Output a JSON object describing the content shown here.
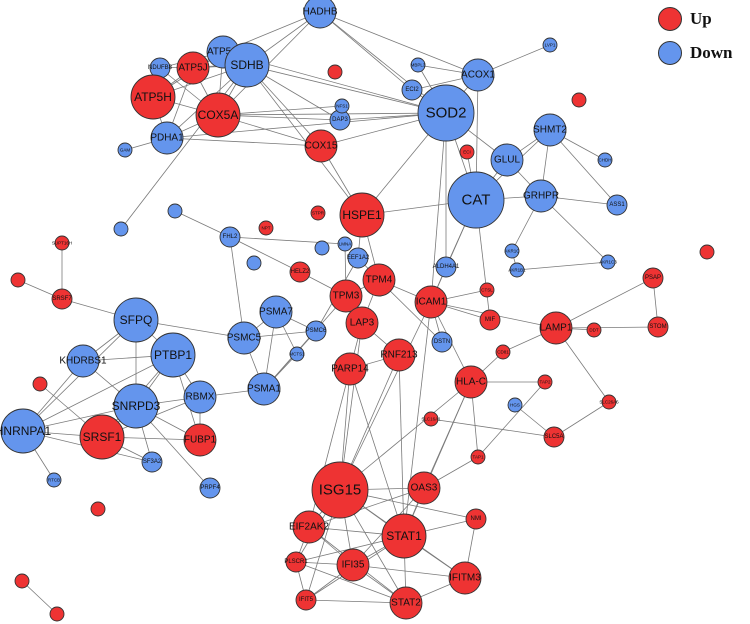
{
  "legend": {
    "up": {
      "label": "Up",
      "color": "#ee3333"
    },
    "down": {
      "label": "Down",
      "color": "#6495ed"
    }
  },
  "nodes": [
    {
      "id": "ATP5O",
      "label": "ATP5O",
      "status": "down",
      "size": "medium"
    },
    {
      "id": "HADHB",
      "label": "HADHB",
      "status": "down",
      "size": "medium"
    },
    {
      "id": "NDUFB8",
      "label": "NDUFB8",
      "status": "down",
      "size": "small"
    },
    {
      "id": "ATP5J",
      "label": "ATP5J",
      "status": "up",
      "size": "medium"
    },
    {
      "id": "SDHB",
      "label": "SDHB",
      "status": "down",
      "size": "large"
    },
    {
      "id": "ATP5H",
      "label": "ATP5H",
      "status": "up",
      "size": "large"
    },
    {
      "id": "COX5A",
      "label": "COX5A",
      "status": "up",
      "size": "large"
    },
    {
      "id": "PDHA1",
      "label": "PDHA1",
      "status": "down",
      "size": "medium"
    },
    {
      "id": "GAM",
      "label": "GAM",
      "status": "down",
      "size": "tiny"
    },
    {
      "id": "COX15",
      "label": "COX15",
      "status": "up",
      "size": "medium"
    },
    {
      "id": "MBPL3",
      "label": "MBPL3",
      "status": "down",
      "size": "tiny"
    },
    {
      "id": "LVP1",
      "label": "LVP1",
      "status": "down",
      "size": "tiny"
    },
    {
      "id": "ECI2",
      "label": "ECI2",
      "status": "down",
      "size": "small"
    },
    {
      "id": "ACOX1",
      "label": "ACOX1",
      "status": "down",
      "size": "medium"
    },
    {
      "id": "SOD2",
      "label": "SOD2",
      "status": "down",
      "size": "xlarge"
    },
    {
      "id": "DAP3",
      "label": "DAP3",
      "status": "down",
      "size": "small"
    },
    {
      "id": "NFS1",
      "label": "NFS1",
      "status": "down",
      "size": "tiny"
    },
    {
      "id": "ECI",
      "label": "ECI",
      "status": "up",
      "size": "tiny"
    },
    {
      "id": "SHMT2",
      "label": "SHMT2",
      "status": "down",
      "size": "medium"
    },
    {
      "id": "GLUL",
      "label": "GLUL",
      "status": "down",
      "size": "medium"
    },
    {
      "id": "CAT",
      "label": "CAT",
      "status": "down",
      "size": "xlarge"
    },
    {
      "id": "GRHPR",
      "label": "GRHPR",
      "status": "down",
      "size": "medium"
    },
    {
      "id": "CHDH",
      "label": "CHDH",
      "status": "down",
      "size": "tiny"
    },
    {
      "id": "ASS1",
      "label": "ASS1",
      "status": "down",
      "size": "small"
    },
    {
      "id": "HSPE1",
      "label": "HSPE1",
      "status": "up",
      "size": "large"
    },
    {
      "id": "STPR",
      "label": "STPR",
      "status": "up",
      "size": "tiny"
    },
    {
      "id": "NPT",
      "label": "NPT",
      "status": "up",
      "size": "tiny"
    },
    {
      "id": "FHL2",
      "label": "FHL2",
      "status": "down",
      "size": "small"
    },
    {
      "id": "LMNA",
      "label": "LMNA",
      "status": "down",
      "size": "tiny"
    },
    {
      "id": "ALDH4A1",
      "label": "ALDH4A1",
      "status": "down",
      "size": "small"
    },
    {
      "id": "AKR1C",
      "label": "AKR1C",
      "status": "down",
      "size": "tiny"
    },
    {
      "id": "AKR1B1",
      "label": "AKR1B1",
      "status": "down",
      "size": "tiny"
    },
    {
      "id": "AKR1C3",
      "label": "AKR1C3",
      "status": "down",
      "size": "tiny"
    },
    {
      "id": "PSAP",
      "label": "PSAP",
      "status": "up",
      "size": "small"
    },
    {
      "id": "SUPT16H",
      "label": "SUPT16H",
      "status": "up",
      "size": "tiny"
    },
    {
      "id": "SRSF7",
      "label": "SRSF7",
      "status": "up",
      "size": "small"
    },
    {
      "id": "SFPQ",
      "label": "SFPQ",
      "status": "down",
      "size": "large"
    },
    {
      "id": "PSMA7",
      "label": "PSMA7",
      "status": "down",
      "size": "medium"
    },
    {
      "id": "PSMC5",
      "label": "PSMC5",
      "status": "down",
      "size": "medium"
    },
    {
      "id": "PSMC6",
      "label": "PSMC6",
      "status": "down",
      "size": "small"
    },
    {
      "id": "HELZ2",
      "label": "HELZ2",
      "status": "up",
      "size": "small"
    },
    {
      "id": "EEF1A2",
      "label": "EEF1A2",
      "status": "down",
      "size": "small"
    },
    {
      "id": "TPM3",
      "label": "TPM3",
      "status": "up",
      "size": "medium"
    },
    {
      "id": "TPM4",
      "label": "TPM4",
      "status": "up",
      "size": "medium"
    },
    {
      "id": "ICAM1",
      "label": "ICAM1",
      "status": "up",
      "size": "medium"
    },
    {
      "id": "CTSL",
      "label": "CTSL",
      "status": "up",
      "size": "tiny"
    },
    {
      "id": "MIF",
      "label": "MIF",
      "status": "up",
      "size": "small"
    },
    {
      "id": "LAMP1",
      "label": "LAMP1",
      "status": "up",
      "size": "medium"
    },
    {
      "id": "STOM",
      "label": "STOM",
      "status": "up",
      "size": "small"
    },
    {
      "id": "DDT",
      "label": "DDT",
      "status": "up",
      "size": "tiny"
    },
    {
      "id": "KHDRBS1",
      "label": "KHDRBS1",
      "status": "down",
      "size": "medium"
    },
    {
      "id": "PTBP1",
      "label": "PTBP1",
      "status": "down",
      "size": "large"
    },
    {
      "id": "LAP3",
      "label": "LAP3",
      "status": "up",
      "size": "medium"
    },
    {
      "id": "MCTS1",
      "label": "MCTS1",
      "status": "down",
      "size": "tiny"
    },
    {
      "id": "PSMA1",
      "label": "PSMA1",
      "status": "down",
      "size": "medium"
    },
    {
      "id": "RNF213",
      "label": "RNF213",
      "status": "up",
      "size": "medium"
    },
    {
      "id": "PARP14",
      "label": "PARP14",
      "status": "up",
      "size": "medium"
    },
    {
      "id": "DSTN",
      "label": "DSTN",
      "status": "down",
      "size": "small"
    },
    {
      "id": "CD81",
      "label": "CD81",
      "status": "up",
      "size": "tiny"
    },
    {
      "id": "HLA-C",
      "label": "HLA-C",
      "status": "up",
      "size": "medium"
    },
    {
      "id": "TAP2",
      "label": "TAP2",
      "status": "up",
      "size": "tiny"
    },
    {
      "id": "SLC26A6",
      "label": "SLC26A6",
      "status": "up",
      "size": "tiny"
    },
    {
      "id": "SNRPD3",
      "label": "SNRPD3",
      "status": "down",
      "size": "large"
    },
    {
      "id": "RBMX",
      "label": "RBMX",
      "status": "down",
      "size": "medium"
    },
    {
      "id": "HNRNPA1",
      "label": "HNRNPA1",
      "status": "down",
      "size": "large"
    },
    {
      "id": "SRSF1",
      "label": "SRSF1",
      "status": "up",
      "size": "large"
    },
    {
      "id": "FUBP1",
      "label": "FUBP1",
      "status": "up",
      "size": "medium"
    },
    {
      "id": "SF3A2",
      "label": "SF3A2",
      "status": "down",
      "size": "small"
    },
    {
      "id": "HGS",
      "label": "HGS",
      "status": "down",
      "size": "tiny"
    },
    {
      "id": "SLC5A",
      "label": "SLC5A",
      "status": "up",
      "size": "small"
    },
    {
      "id": "SLC16A1",
      "label": "SLC16A1",
      "status": "up",
      "size": "tiny"
    },
    {
      "id": "RTCB",
      "label": "RTCB",
      "status": "down",
      "size": "tiny"
    },
    {
      "id": "PRPF4",
      "label": "PRPF4",
      "status": "down",
      "size": "small"
    },
    {
      "id": "ISG15",
      "label": "ISG15",
      "status": "up",
      "size": "xlarge"
    },
    {
      "id": "OAS3",
      "label": "OAS3",
      "status": "up",
      "size": "medium"
    },
    {
      "id": "TAP1",
      "label": "TAP1",
      "status": "up",
      "size": "tiny"
    },
    {
      "id": "EIF2AK2",
      "label": "EIF2AK2",
      "status": "up",
      "size": "medium"
    },
    {
      "id": "STAT1",
      "label": "STAT1",
      "status": "up",
      "size": "large"
    },
    {
      "id": "NMI",
      "label": "NMI",
      "status": "up",
      "size": "small"
    },
    {
      "id": "PLSCR1",
      "label": "PLSCR1",
      "status": "up",
      "size": "small"
    },
    {
      "id": "IFI35",
      "label": "IFI35",
      "status": "up",
      "size": "medium"
    },
    {
      "id": "IFITM3",
      "label": "IFITM3",
      "status": "up",
      "size": "medium"
    },
    {
      "id": "IFIT5",
      "label": "IFIT5",
      "status": "up",
      "size": "small"
    },
    {
      "id": "STAT2",
      "label": "STAT2",
      "status": "up",
      "size": "medium"
    },
    {
      "id": "ORPHAN_UP_1",
      "label": "",
      "status": "up",
      "size": "tiny"
    },
    {
      "id": "ORPHAN_UP_2",
      "label": "",
      "status": "up",
      "size": "tiny"
    },
    {
      "id": "ORPHAN_UP_3",
      "label": "",
      "status": "up",
      "size": "tiny"
    },
    {
      "id": "ORPHAN_UP_4",
      "label": "",
      "status": "up",
      "size": "tiny"
    },
    {
      "id": "ORPHAN_UP_5",
      "label": "",
      "status": "up",
      "size": "tiny"
    },
    {
      "id": "ORPHAN_UP_6",
      "label": "",
      "status": "up",
      "size": "tiny"
    },
    {
      "id": "ORPHAN_UP_7",
      "label": "",
      "status": "up",
      "size": "tiny"
    },
    {
      "id": "ORPHAN_UP_8",
      "label": "",
      "status": "up",
      "size": "tiny"
    },
    {
      "id": "ORPHAN_DOWN_1",
      "label": "",
      "status": "down",
      "size": "tiny"
    },
    {
      "id": "ORPHAN_DOWN_2",
      "label": "",
      "status": "down",
      "size": "tiny"
    },
    {
      "id": "ORPHAN_DOWN_3",
      "label": "",
      "status": "down",
      "size": "tiny"
    },
    {
      "id": "ORPHAN_DOWN_4",
      "label": "",
      "status": "down",
      "size": "tiny"
    }
  ],
  "edges": [
    [
      "ATP5O",
      "SDHB"
    ],
    [
      "ATP5O",
      "ATP5J"
    ],
    [
      "ATP5O",
      "HADHB"
    ],
    [
      "ATP5O",
      "COX5A"
    ],
    [
      "ATP5O",
      "NDUFB8"
    ],
    [
      "ATP5O",
      "ATP5H"
    ],
    [
      "ATP5O",
      "SOD2"
    ],
    [
      "HADHB",
      "SDHB"
    ],
    [
      "HADHB",
      "ACOX1"
    ],
    [
      "HADHB",
      "ECI2"
    ],
    [
      "HADHB",
      "COX5A"
    ],
    [
      "HADHB",
      "SOD2"
    ],
    [
      "NDUFB8",
      "SDHB"
    ],
    [
      "NDUFB8",
      "ATP5H"
    ],
    [
      "NDUFB8",
      "COX5A"
    ],
    [
      "ATP5J",
      "ATP5H"
    ],
    [
      "ATP5J",
      "SDHB"
    ],
    [
      "ATP5J",
      "COX5A"
    ],
    [
      "ATP5J",
      "PDHA1"
    ],
    [
      "SDHB",
      "COX5A"
    ],
    [
      "SDHB",
      "ATP5H"
    ],
    [
      "SDHB",
      "COX15"
    ],
    [
      "SDHB",
      "SOD2"
    ],
    [
      "SDHB",
      "DAP3"
    ],
    [
      "SDHB",
      "PDHA1"
    ],
    [
      "ATP5H",
      "COX5A"
    ],
    [
      "ATP5H",
      "PDHA1"
    ],
    [
      "COX5A",
      "PDHA1"
    ],
    [
      "COX5A",
      "COX15"
    ],
    [
      "COX5A",
      "SOD2"
    ],
    [
      "COX5A",
      "NFS1"
    ],
    [
      "COX5A",
      "DAP3"
    ],
    [
      "PDHA1",
      "GAM"
    ],
    [
      "PDHA1",
      "SOD2"
    ],
    [
      "PDHA1",
      "COX15"
    ],
    [
      "SOD2",
      "CAT"
    ],
    [
      "SOD2",
      "ACOX1"
    ],
    [
      "SOD2",
      "ECI2"
    ],
    [
      "SOD2",
      "GLUL"
    ],
    [
      "SOD2",
      "HSPE1"
    ],
    [
      "SOD2",
      "DAP3"
    ],
    [
      "SOD2",
      "COX15"
    ],
    [
      "SOD2",
      "ICAM1"
    ],
    [
      "SOD2",
      "ALDH4A1"
    ],
    [
      "SOD2",
      "MBPL3"
    ],
    [
      "ACOX1",
      "LVP1"
    ],
    [
      "ACOX1",
      "ECI2"
    ],
    [
      "ACOX1",
      "CAT"
    ],
    [
      "ACOX1",
      "MBPL3"
    ],
    [
      "CAT",
      "GLUL"
    ],
    [
      "CAT",
      "SHMT2"
    ],
    [
      "CAT",
      "GRHPR"
    ],
    [
      "CAT",
      "HSPE1"
    ],
    [
      "CAT",
      "ALDH4A1"
    ],
    [
      "CAT",
      "ICAM1"
    ],
    [
      "CAT",
      "ECI"
    ],
    [
      "CAT",
      "MIF"
    ],
    [
      "SHMT2",
      "GLUL"
    ],
    [
      "SHMT2",
      "CHDH"
    ],
    [
      "SHMT2",
      "GRHPR"
    ],
    [
      "SHMT2",
      "ASS1"
    ],
    [
      "GLUL",
      "GRHPR"
    ],
    [
      "GRHPR",
      "ASS1"
    ],
    [
      "GRHPR",
      "AKR1C"
    ],
    [
      "HSPE1",
      "COX15"
    ],
    [
      "HSPE1",
      "SDHB"
    ],
    [
      "HSPE1",
      "TPM4"
    ],
    [
      "HSPE1",
      "EEF1A2"
    ],
    [
      "ALDH4A1",
      "ICAM1"
    ],
    [
      "AKR1C",
      "AKR1B1"
    ],
    [
      "AKR1B1",
      "AKR1C3"
    ],
    [
      "AKR1C3",
      "GRHPR"
    ],
    [
      "PSAP",
      "LAMP1"
    ],
    [
      "PSAP",
      "STOM"
    ],
    [
      "LAMP1",
      "STOM"
    ],
    [
      "LAMP1",
      "CD81"
    ],
    [
      "LAMP1",
      "DDT"
    ],
    [
      "LAMP1",
      "ICAM1"
    ],
    [
      "SUPT16H",
      "SRSF7"
    ],
    [
      "SRSF7",
      "SFPQ"
    ],
    [
      "SFPQ",
      "PTBP1"
    ],
    [
      "SFPQ",
      "KHDRBS1"
    ],
    [
      "SFPQ",
      "SNRPD3"
    ],
    [
      "SFPQ",
      "HNRNPA1"
    ],
    [
      "SFPQ",
      "PSMC5"
    ],
    [
      "PTBP1",
      "SNRPD3"
    ],
    [
      "PTBP1",
      "HNRNPA1"
    ],
    [
      "PTBP1",
      "KHDRBS1"
    ],
    [
      "PTBP1",
      "RBMX"
    ],
    [
      "PTBP1",
      "SRSF1"
    ],
    [
      "PTBP1",
      "FUBP1"
    ],
    [
      "SNRPD3",
      "HNRNPA1"
    ],
    [
      "SNRPD3",
      "SRSF1"
    ],
    [
      "SNRPD3",
      "RBMX"
    ],
    [
      "SNRPD3",
      "SF3A2"
    ],
    [
      "SNRPD3",
      "FUBP1"
    ],
    [
      "SNRPD3",
      "PRPF4"
    ],
    [
      "SNRPD3",
      "KHDRBS1"
    ],
    [
      "HNRNPA1",
      "SRSF1"
    ],
    [
      "HNRNPA1",
      "KHDRBS1"
    ],
    [
      "HNRNPA1",
      "RTCB"
    ],
    [
      "HNRNPA1",
      "SF3A2"
    ],
    [
      "SRSF1",
      "RBMX"
    ],
    [
      "SRSF1",
      "FUBP1"
    ],
    [
      "SRSF1",
      "SF3A2"
    ],
    [
      "RBMX",
      "FUBP1"
    ],
    [
      "RBMX",
      "PSMA1"
    ],
    [
      "PSMA7",
      "PSMC5"
    ],
    [
      "PSMA7",
      "PSMA1"
    ],
    [
      "PSMA7",
      "PSMC6"
    ],
    [
      "PSMC5",
      "PSMA1"
    ],
    [
      "PSMC5",
      "PSMC6"
    ],
    [
      "PSMA1",
      "PSMC6"
    ],
    [
      "PSMA1",
      "MCTS1"
    ],
    [
      "TPM3",
      "TPM4"
    ],
    [
      "TPM3",
      "LAP3"
    ],
    [
      "TPM3",
      "HELZ2"
    ],
    [
      "TPM3",
      "PSMA1"
    ],
    [
      "TPM4",
      "ICAM1"
    ],
    [
      "TPM4",
      "LAP3"
    ],
    [
      "ICAM1",
      "MIF"
    ],
    [
      "ICAM1",
      "CTSL"
    ],
    [
      "ICAM1",
      "HLA-C"
    ],
    [
      "ICAM1",
      "STAT1"
    ],
    [
      "ICAM1",
      "ISG15"
    ],
    [
      "LAP3",
      "PARP14"
    ],
    [
      "LAP3",
      "RNF213"
    ],
    [
      "LAP3",
      "ISG15"
    ],
    [
      "PARP14",
      "ISG15"
    ],
    [
      "PARP14",
      "STAT1"
    ],
    [
      "PARP14",
      "EIF2AK2"
    ],
    [
      "PARP14",
      "RNF213"
    ],
    [
      "RNF213",
      "ISG15"
    ],
    [
      "RNF213",
      "STAT1"
    ],
    [
      "HLA-C",
      "TAP2"
    ],
    [
      "HLA-C",
      "STAT1"
    ],
    [
      "HLA-C",
      "ISG15"
    ],
    [
      "HLA-C",
      "OAS3"
    ],
    [
      "HLA-C",
      "TAP1"
    ],
    [
      "HLA-C",
      "CD81"
    ],
    [
      "TAP2",
      "TAP1"
    ],
    [
      "SLC5A",
      "SLC26A6"
    ],
    [
      "SLC5A",
      "SLC16A1"
    ],
    [
      "SLC5A",
      "HGS"
    ],
    [
      "SLC26A6",
      "LAMP1"
    ],
    [
      "ISG15",
      "OAS3"
    ],
    [
      "ISG15",
      "STAT1"
    ],
    [
      "ISG15",
      "EIF2AK2"
    ],
    [
      "ISG15",
      "IFI35"
    ],
    [
      "ISG15",
      "PLSCR1"
    ],
    [
      "ISG15",
      "IFIT5"
    ],
    [
      "ISG15",
      "IFITM3"
    ],
    [
      "ISG15",
      "STAT2"
    ],
    [
      "ISG15",
      "NMI"
    ],
    [
      "OAS3",
      "STAT1"
    ],
    [
      "OAS3",
      "EIF2AK2"
    ],
    [
      "OAS3",
      "IFI35"
    ],
    [
      "OAS3",
      "TAP1"
    ],
    [
      "EIF2AK2",
      "STAT1"
    ],
    [
      "EIF2AK2",
      "IFI35"
    ],
    [
      "EIF2AK2",
      "PLSCR1"
    ],
    [
      "EIF2AK2",
      "STAT2"
    ],
    [
      "STAT1",
      "IFI35"
    ],
    [
      "STAT1",
      "STAT2"
    ],
    [
      "STAT1",
      "IFITM3"
    ],
    [
      "STAT1",
      "NMI"
    ],
    [
      "STAT1",
      "PLSCR1"
    ],
    [
      "STAT1",
      "IFIT5"
    ],
    [
      "IFI35",
      "STAT2"
    ],
    [
      "IFI35",
      "IFIT5"
    ],
    [
      "IFI35",
      "IFITM3"
    ],
    [
      "IFI35",
      "PLSCR1"
    ],
    [
      "STAT2",
      "IFIT5"
    ],
    [
      "STAT2",
      "IFITM3"
    ],
    [
      "STAT2",
      "PLSCR1"
    ],
    [
      "PLSCR1",
      "IFIT5"
    ],
    [
      "IFITM3",
      "NMI"
    ],
    [
      "FHL2",
      "HELZ2"
    ],
    [
      "FHL2",
      "PSMC5"
    ],
    [
      "FHL2",
      "LMNA"
    ],
    [
      "LMNA",
      "TPM3"
    ],
    [
      "EEF1A2",
      "TPM4"
    ],
    [
      "EEF1A2",
      "PSMC6"
    ],
    [
      "DSTN",
      "TPM4"
    ],
    [
      "DSTN",
      "ICAM1"
    ],
    [
      "MCTS1",
      "PSMA7"
    ],
    [
      "ORPHAN_UP_1",
      "ORPHAN_UP_2"
    ],
    [
      "ORPHAN_DOWN_1",
      "SDHB"
    ],
    [
      "ORPHAN_DOWN_2",
      "FHL2"
    ],
    [
      "ORPHAN_UP_3",
      "SRSF7"
    ],
    [
      "ORPHAN_UP_4",
      "SRSF1"
    ]
  ]
}
